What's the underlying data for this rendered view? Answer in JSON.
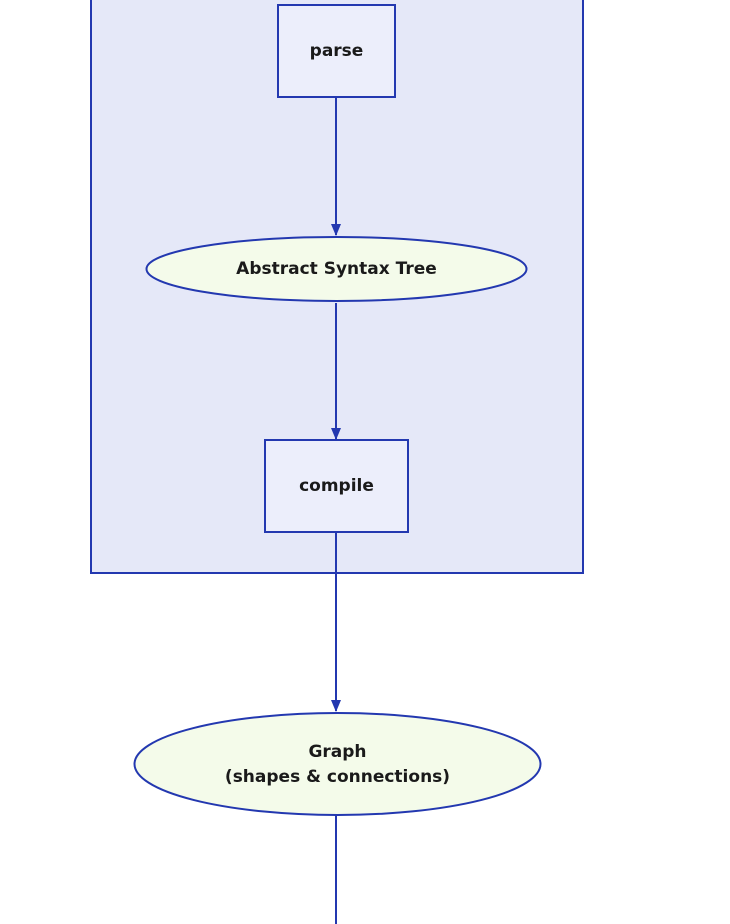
{
  "nodes": {
    "parse": "parse",
    "ast": "Abstract Syntax Tree",
    "compile": "compile",
    "graph_line1": "Graph",
    "graph_line2": "(shapes & connections)"
  },
  "colors": {
    "cluster_fill": "#e5e8f8",
    "stroke": "#2338b0",
    "box_fill": "#eceefb",
    "ellipse_fill": "#f4fbea",
    "text": "#1a1a1a"
  }
}
